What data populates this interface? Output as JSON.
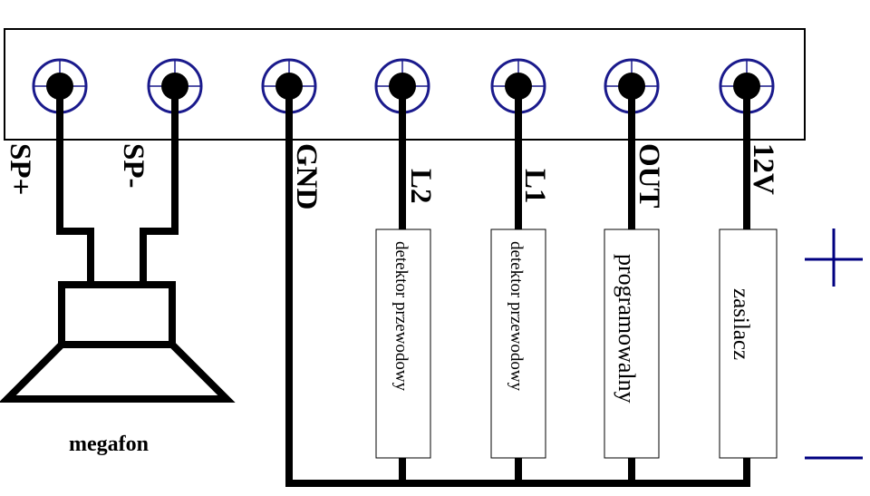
{
  "terminals": [
    {
      "id": "sp-plus",
      "label": "SP+"
    },
    {
      "id": "sp-minus",
      "label": "SP-"
    },
    {
      "id": "gnd",
      "label": "GND"
    },
    {
      "id": "l2",
      "label": "L2"
    },
    {
      "id": "l1",
      "label": "L1"
    },
    {
      "id": "out",
      "label": "OUT"
    },
    {
      "id": "12v",
      "label": "12V"
    }
  ],
  "devices": [
    {
      "id": "detector-2",
      "label": "detektor przewodowy"
    },
    {
      "id": "detector-1",
      "label": "detektor przewodowy"
    },
    {
      "id": "programmable",
      "label": "programowalny"
    },
    {
      "id": "power-supply",
      "label": "zasilacz"
    }
  ],
  "speaker": {
    "label": "megafon"
  },
  "legend": {
    "plus": "+",
    "minus": "—"
  },
  "colors": {
    "ring": "#1a1a8c",
    "wire": "#000000",
    "legend": "#000080"
  }
}
